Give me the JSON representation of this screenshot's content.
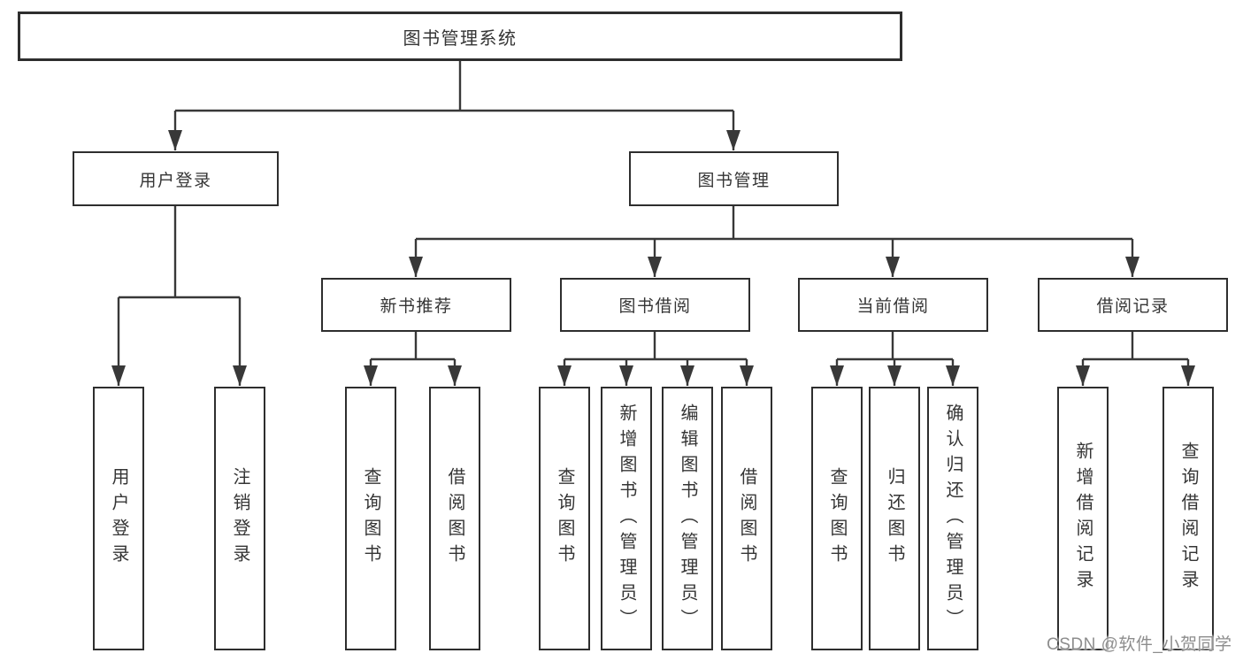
{
  "title": "图书管理系统",
  "tree": {
    "root": {
      "label": "图书管理系统"
    },
    "branches": [
      {
        "label": "用户登录",
        "children": [
          {
            "label": "用户登录"
          },
          {
            "label": "注销登录"
          }
        ]
      },
      {
        "label": "图书管理",
        "children": [
          {
            "label": "新书推荐",
            "children": [
              {
                "label": "查询图书"
              },
              {
                "label": "借阅图书"
              }
            ]
          },
          {
            "label": "图书借阅",
            "children": [
              {
                "label": "查询图书"
              },
              {
                "label": "新增图书（管理员）"
              },
              {
                "label": "编辑图书（管理员）"
              },
              {
                "label": "借阅图书"
              }
            ]
          },
          {
            "label": "当前借阅",
            "children": [
              {
                "label": "查询图书"
              },
              {
                "label": "归还图书"
              },
              {
                "label": "确认归还（管理员）"
              }
            ]
          },
          {
            "label": "借阅记录",
            "children": [
              {
                "label": "新增借阅记录"
              },
              {
                "label": "查询借阅记录"
              }
            ]
          }
        ]
      }
    ]
  },
  "watermark": "CSDN @软件_小贺同学",
  "colors": {
    "line": "#383838",
    "box_border": "#2e2e2e",
    "box_fill": "#ffffff",
    "text": "#353535",
    "watermark": "#8d8d8d",
    "background": "#ffffff"
  }
}
